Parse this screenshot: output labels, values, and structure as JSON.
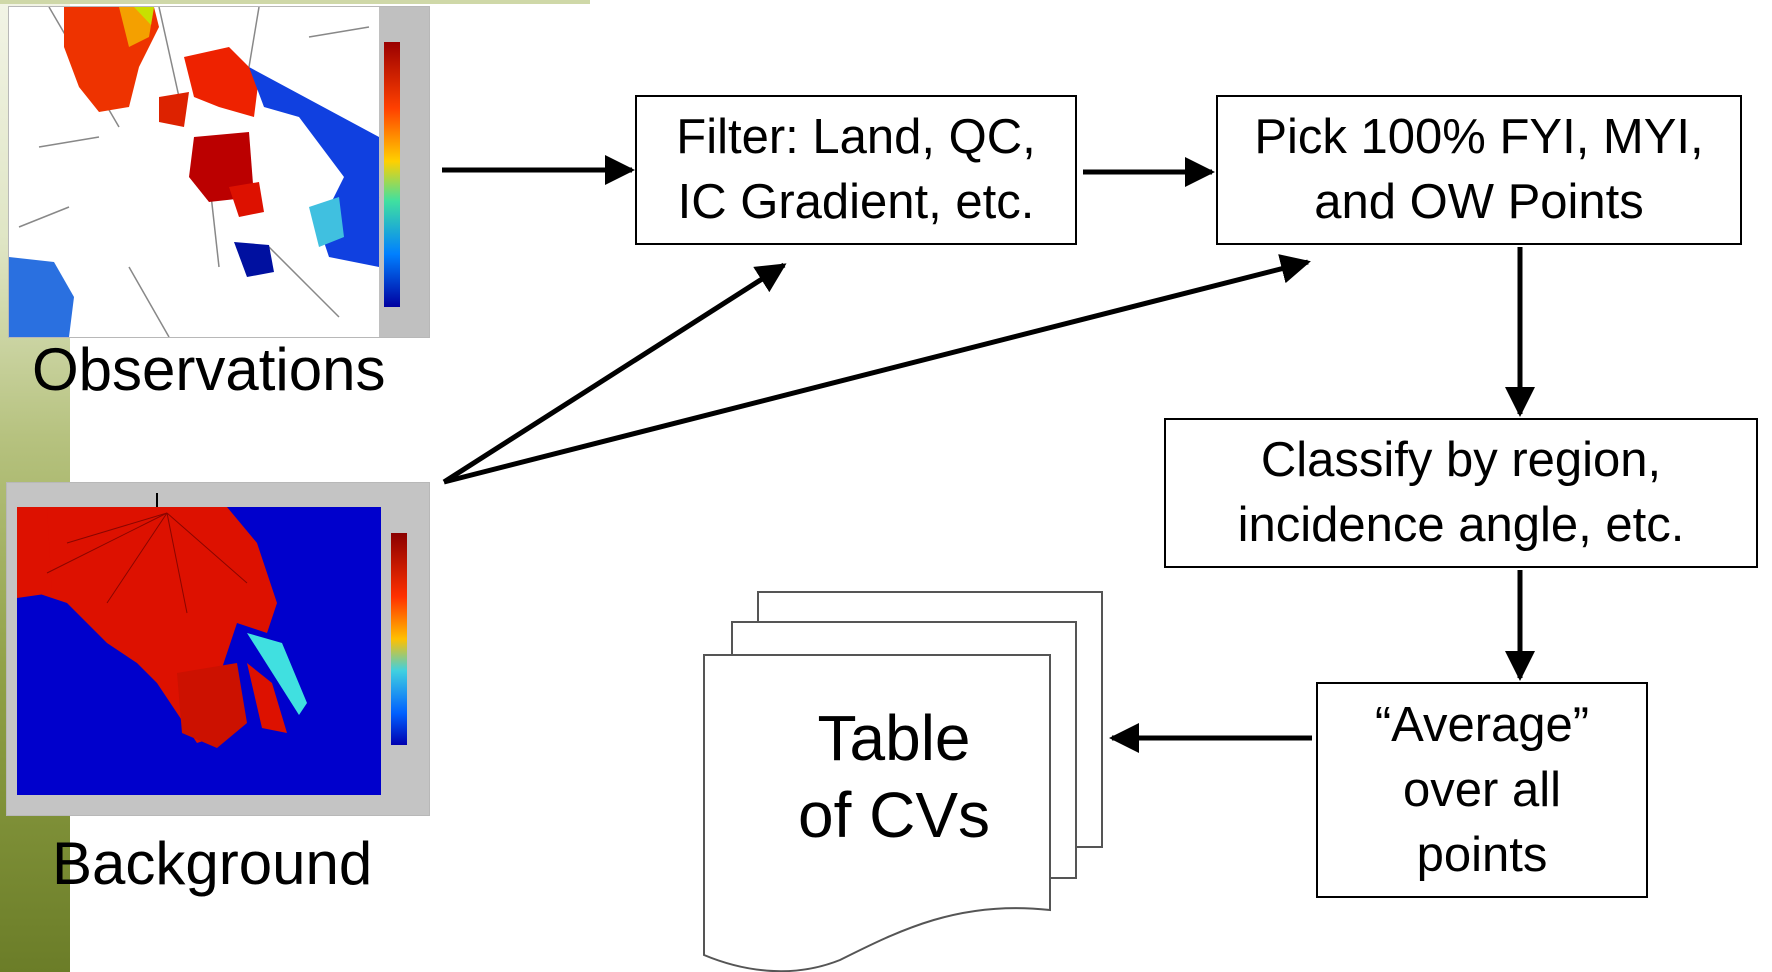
{
  "observations": {
    "label": "Observations"
  },
  "background": {
    "label": "Background"
  },
  "steps": {
    "filter": {
      "lines": [
        "Filter: Land, QC,",
        "IC Gradient, etc."
      ]
    },
    "pick": {
      "lines": [
        "Pick 100% FYI, MYI,",
        "and OW Points"
      ]
    },
    "classify": {
      "lines": [
        "Classify by region,",
        "incidence angle, etc."
      ]
    },
    "average": {
      "lines": [
        "“Average”",
        "over all",
        "points"
      ]
    }
  },
  "output": {
    "lines": [
      "Table",
      "of CVs"
    ]
  },
  "colors": {
    "sidebar_green": "#8fa045",
    "map_red": "#cc1100",
    "map_blue": "#0018cc"
  }
}
